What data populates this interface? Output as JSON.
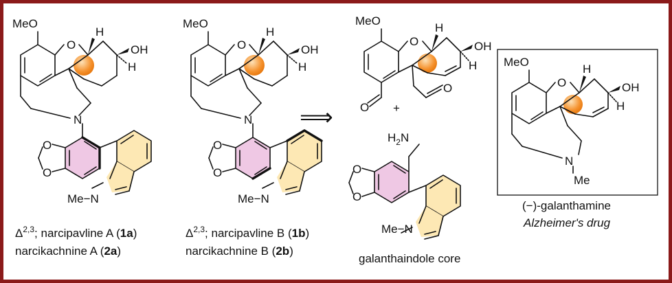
{
  "molecules": [
    {
      "caption_line1_pre": "Δ",
      "caption_line1_sup": "2,3",
      "caption_line1_mid": "; narcipavline A (",
      "caption_line1_bold": "1a",
      "caption_line1_end": ")",
      "caption_line2_pre": "narcikachnine A (",
      "caption_line2_bold": "2a",
      "caption_line2_end": ")"
    },
    {
      "caption_line1_pre": "Δ",
      "caption_line1_sup": "2,3",
      "caption_line1_mid": "; narcipavline B (",
      "caption_line1_bold": "1b",
      "caption_line1_end": ")",
      "caption_line2_pre": "narcikachnine B (",
      "caption_line2_bold": "2b",
      "caption_line2_end": ")"
    }
  ],
  "core": {
    "label": "galanthaindole core",
    "plus": "+"
  },
  "galanthamine": {
    "label": "(−)-galanthamine",
    "subtitle": "Alzheimer's drug"
  },
  "atoms": {
    "meo": "MeO",
    "oh": "OH",
    "h": "H",
    "o": "O",
    "n": "N",
    "me": "Me",
    "me_n": "Me−N",
    "h2n": "H",
    "h2n_sub": "2",
    "h2n_n": "N"
  },
  "arrow": "⟹",
  "colors": {
    "border": "#8b1a1a",
    "pink": "#efc8e4",
    "yellow": "#fde8b4",
    "orange": "#f5922e"
  }
}
